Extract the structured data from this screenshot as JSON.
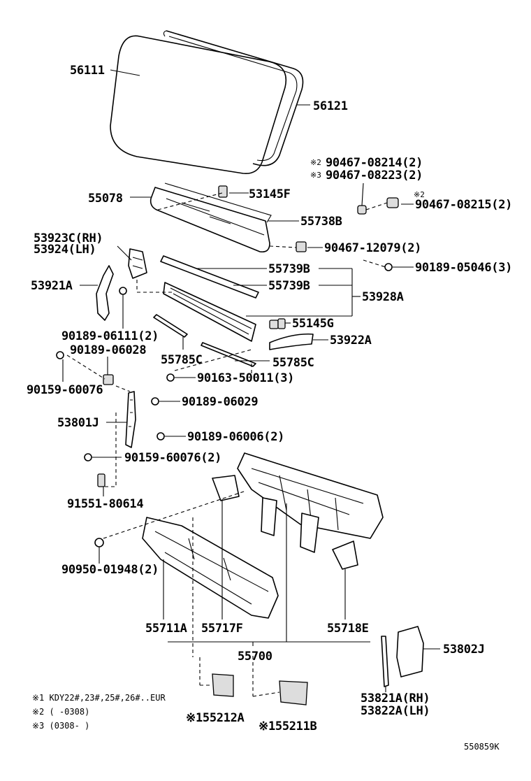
{
  "labels": {
    "p56111": "56111",
    "p56121": "56121",
    "mark_a": "※2",
    "p90467_08214": "90467-08214(2)",
    "mark_b": "※3",
    "p90467_08223": "90467-08223(2)",
    "p55078": "55078",
    "p53145F": "53145F",
    "mark_c": "※2",
    "p90467_08215": "90467-08215(2)",
    "p55738B": "55738B",
    "p53923C": "53923C(RH)",
    "p53924": "53924(LH)",
    "p90467_12079": "90467-12079(2)",
    "p55739B_1": "55739B",
    "p90189_05046": "90189-05046(3)",
    "p53921A": "53921A",
    "p55739B_2": "55739B",
    "p53928A": "53928A",
    "p55145G": "55145G",
    "p90189_06111": "90189-06111(2)",
    "p53922A": "53922A",
    "p90189_06028": "90189-06028",
    "p55785C_1": "55785C",
    "p55785C_2": "55785C",
    "p90159_60076": "90159-60076",
    "p90163_50011": "90163-50011(3)",
    "p90189_06029": "90189-06029",
    "p53801J": "53801J",
    "p90189_06006": "90189-06006(2)",
    "p90159_60076_2": "90159-60076(2)",
    "p91551_80614": "91551-80614",
    "p90950_01948": "90950-01948(2)",
    "p55711A": "55711A",
    "p55717F": "55717F",
    "p55718E": "55718E",
    "p55700": "55700",
    "p53802J": "53802J",
    "p53821A": "53821A(RH)",
    "p53822A": "53822A(LH)",
    "p55212A": "※155212A",
    "p55211B": "※155211B"
  },
  "notes": {
    "n1": "※1 KDY22#,23#,25#,26#..EUR",
    "n2": "※2 (       -0308)",
    "n3": "※3 (0308-       )"
  },
  "diagram_code": "550859K"
}
